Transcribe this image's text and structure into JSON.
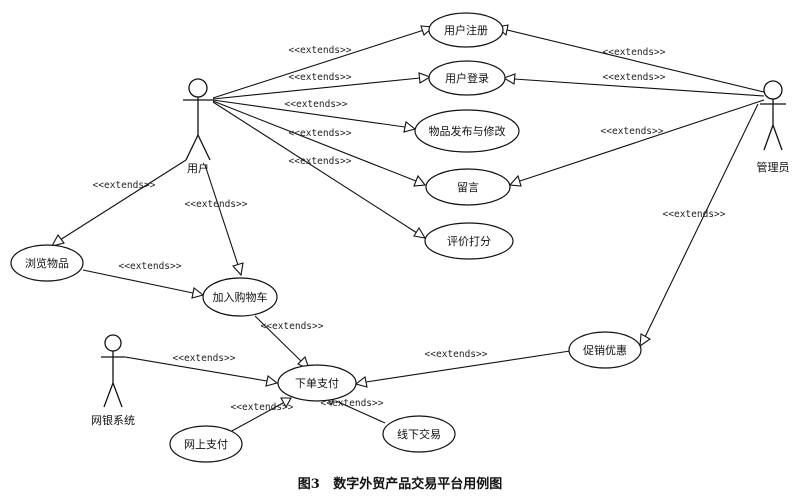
{
  "actors": {
    "user": "用户",
    "admin": "管理员",
    "bank": "网银系统"
  },
  "use_cases": {
    "register": "用户注册",
    "login": "用户登录",
    "publish": "物品发布与修改",
    "message": "留言",
    "review": "评价打分",
    "browse": "浏览物品",
    "cart": "加入购物车",
    "order": "下单支付",
    "online_pay": "网上支付",
    "offline": "线下交易",
    "promo": "促销优惠"
  },
  "relation_label": "<<extends>>",
  "caption": "图3   数字外贸产品交易平台用例图"
}
